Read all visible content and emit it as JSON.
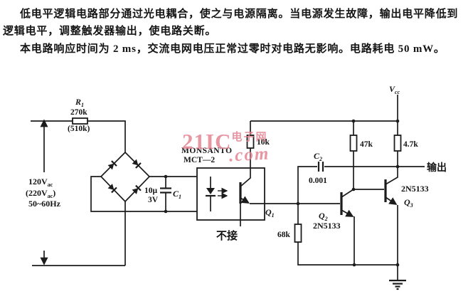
{
  "page": {
    "bg": "#ffffff",
    "ink": "#1c1c1c"
  },
  "description": {
    "line1": "低电平逻辑电路部分通过光电耦合，使之与电源隔离。当电源发生故障，输出电平降低到",
    "line2": "逻辑电平，调整触发器输出，使电路关断。",
    "line3": "本电路响应时间为 2 ms，交流电网电压正常过零时对电路无影响。电路耗电 50 mW。"
  },
  "watermark": {
    "digits": "21IC",
    "site_cn": "电子网",
    "site_com": ".com",
    "color": "#e2808e"
  },
  "schematic": {
    "ac_source": {
      "voltage_primary": "120V",
      "voltage_primary_sub": "ac",
      "voltage_alt_open": "(220V",
      "voltage_alt_sub": "ac",
      "voltage_alt_close": ")",
      "frequency": "50~60Hz"
    },
    "r1": {
      "ref": "R",
      "ref_sub": "1",
      "value": "270k",
      "alt_value": "(510k)"
    },
    "c1": {
      "ref": "C",
      "ref_sub": "1",
      "value": "10μ",
      "voltage": "3V"
    },
    "r_10k": {
      "value": "10k"
    },
    "r_47k": {
      "value": "47k"
    },
    "r_4k7": {
      "value": "4.7k"
    },
    "r_68k": {
      "value": "68k"
    },
    "c2": {
      "ref": "C",
      "ref_sub": "2",
      "value": "0.001"
    },
    "opto": {
      "brand": "MONSANTO",
      "model": "MCT—2",
      "nc_label": "不接"
    },
    "q1": {
      "ref": "Q",
      "ref_sub": "1"
    },
    "q2": {
      "ref": "Q",
      "ref_sub": "2",
      "part": "2N5133"
    },
    "q3": {
      "ref": "Q",
      "ref_sub": "3",
      "part": "2N5133"
    },
    "vcc": {
      "ref": "V",
      "ref_sub": "cc"
    },
    "output_label": "输出"
  }
}
